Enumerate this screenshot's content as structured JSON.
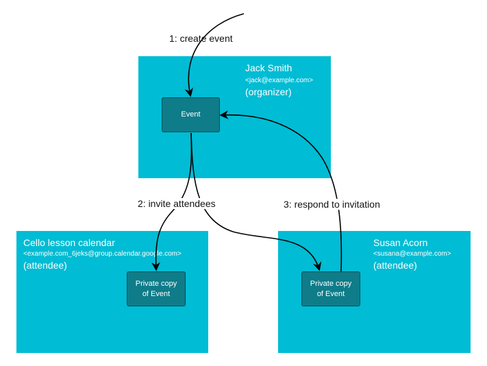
{
  "organizer_box": {
    "name": "Jack Smith",
    "email": "<jack@example.com>",
    "role": "(organizer)"
  },
  "cello_box": {
    "name": "Cello lesson calendar",
    "email": "<example.com_6jeks@group.calendar.google.com>",
    "role": "(attendee)"
  },
  "susan_box": {
    "name": "Susan Acorn",
    "email": "<susana@example.com>",
    "role": "(attendee)"
  },
  "nodes": {
    "event": "Event",
    "cello_copy": "Private copy\nof Event",
    "susan_copy": "Private copy\nof Event"
  },
  "steps": {
    "create": "1: create event",
    "invite": "2: invite attendees",
    "respond": "3: respond to invitation"
  },
  "colors": {
    "box": "#00BCD4",
    "node": "#0E7C89",
    "arrow": "#000000"
  }
}
